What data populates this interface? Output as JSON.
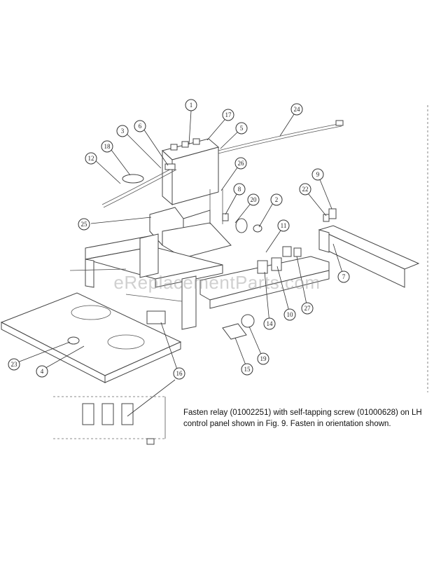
{
  "diagram": {
    "callouts": [
      "1",
      "2",
      "3",
      "4",
      "5",
      "6",
      "7",
      "8",
      "9",
      "10",
      "11",
      "12",
      "14",
      "15",
      "16",
      "17",
      "18",
      "19",
      "20",
      "22",
      "23",
      "24",
      "25",
      "26",
      "27"
    ],
    "watermark": "eReplacementParts.com",
    "note": "Fasten relay (01002251) with self-tapping screw (01000628) on LH control panel shown in Fig. 9. Fasten in orientation shown."
  }
}
